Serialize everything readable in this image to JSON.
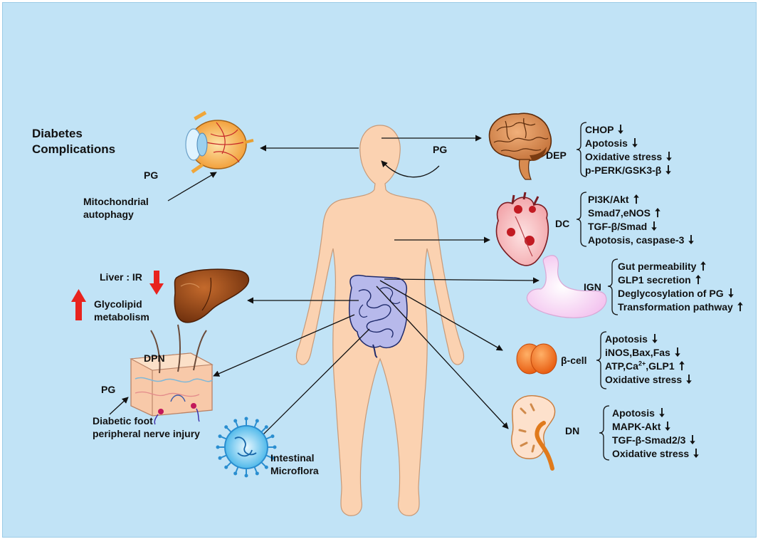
{
  "title": {
    "line1": "Diabetes",
    "line2": "Complications"
  },
  "center_label": "PG",
  "eye": {
    "pg": "PG",
    "mech_line1": "Mitochondrial",
    "mech_line2": "autophagy"
  },
  "liver": {
    "label": "Liver : IR",
    "meta_line1": "Glycolipid",
    "meta_line2": "metabolism"
  },
  "dpn": {
    "label": "DPN",
    "pg": "PG",
    "desc_line1": "Diabetic foot",
    "desc_line2": "peripheral nerve injury"
  },
  "microflora": {
    "line1": "Intestinal",
    "line2": "Microflora"
  },
  "dep": {
    "label": "DEP",
    "items": [
      {
        "text": "CHOP",
        "dir": "down"
      },
      {
        "text": "Apotosis",
        "dir": "down"
      },
      {
        "text": "Oxidative stress",
        "dir": "down"
      },
      {
        "text": "p-PERK/GSK3-β",
        "dir": "down"
      }
    ]
  },
  "dc": {
    "label": "DC",
    "items": [
      {
        "text": "PI3K/Akt",
        "dir": "up"
      },
      {
        "text": "Smad7,eNOS",
        "dir": "up"
      },
      {
        "text": "TGF-β/Smad",
        "dir": "down"
      },
      {
        "text": "Apotosis, caspase-3",
        "dir": "down"
      }
    ]
  },
  "ign": {
    "label": "IGN",
    "items": [
      {
        "text": "Gut permeability",
        "dir": "up"
      },
      {
        "text": "GLP1 secretion",
        "dir": "up"
      },
      {
        "text": "Deglycosylation of PG",
        "dir": "down"
      },
      {
        "text": "Transformation pathway",
        "dir": "up"
      }
    ]
  },
  "bcell": {
    "label": "β-cell",
    "items": [
      {
        "text": "Apotosis",
        "dir": "down"
      },
      {
        "text": "iNOS,Bax,Fas",
        "dir": "down"
      },
      {
        "text": "ATP,Ca2+,GLP1",
        "dir": "up"
      },
      {
        "text": "Oxidative stress",
        "dir": "down"
      }
    ]
  },
  "dn": {
    "label": "DN",
    "items": [
      {
        "text": "Apotosis",
        "dir": "down"
      },
      {
        "text": "MAPK-Akt",
        "dir": "down"
      },
      {
        "text": "TGF-β-Smad2/3",
        "dir": "down"
      },
      {
        "text": "Oxidative stress",
        "dir": "down"
      }
    ]
  },
  "colors": {
    "background": "#c1e3f6",
    "skin": "#fbd2b1",
    "skin_stroke": "#c89a78",
    "liver": "#9a4a1c",
    "red_arrow": "#e8231e"
  }
}
